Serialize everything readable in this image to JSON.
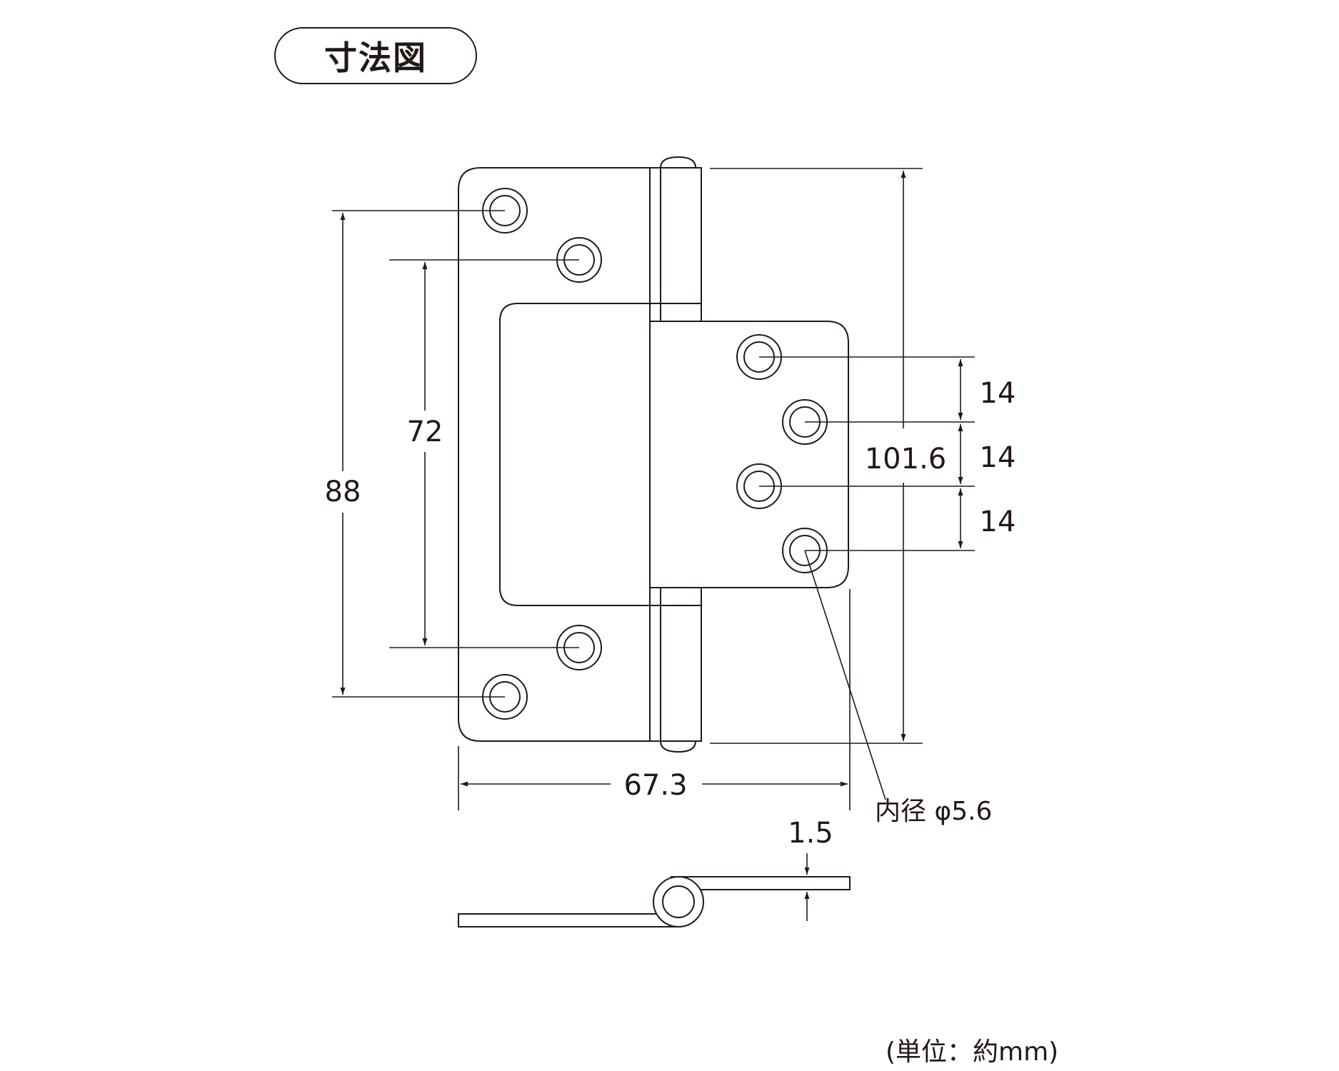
{
  "title": "寸法図",
  "unit_note": "(単位：約mm)",
  "dimensions": {
    "overall_height": "101.6",
    "hole_span_outer": "88",
    "hole_span_inner": "72",
    "hole_pitch_1": "14",
    "hole_pitch_2": "14",
    "hole_pitch_3": "14",
    "overall_width": "67.3",
    "thickness": "1.5",
    "hole_diameter": "内径 φ5.6"
  }
}
